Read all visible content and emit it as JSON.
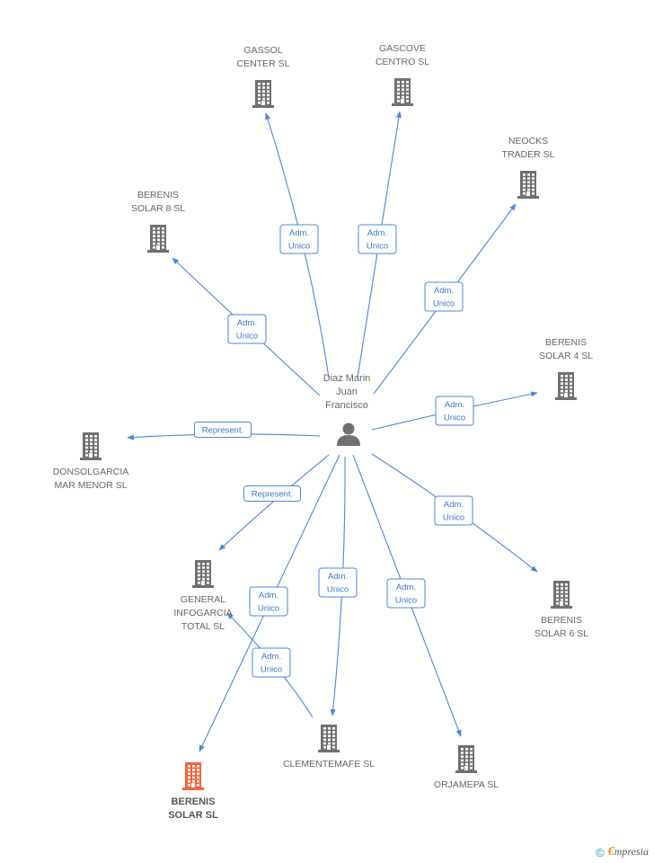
{
  "person": {
    "lines": [
      "Diaz Marin",
      "Juan",
      "Francisco"
    ],
    "icon": "person-icon"
  },
  "companies": [
    {
      "id": "gassol",
      "lines": [
        "GASSOL",
        "CENTER SL"
      ],
      "icon": "building-icon",
      "color": "#707070"
    },
    {
      "id": "gascove",
      "lines": [
        "GASCOVE",
        "CENTRO SL"
      ],
      "icon": "building-icon",
      "color": "#707070"
    },
    {
      "id": "neocks",
      "lines": [
        "NEOCKS",
        "TRADER SL"
      ],
      "icon": "building-icon",
      "color": "#707070"
    },
    {
      "id": "berenis8",
      "lines": [
        "BERENIS",
        "SOLAR 8 SL"
      ],
      "icon": "building-icon",
      "color": "#707070"
    },
    {
      "id": "berenis4",
      "lines": [
        "BERENIS",
        "SOLAR 4 SL"
      ],
      "icon": "building-icon",
      "color": "#707070"
    },
    {
      "id": "donsol",
      "lines": [
        "DONSOLGARCIA",
        "MAR MENOR SL"
      ],
      "icon": "building-icon",
      "color": "#707070"
    },
    {
      "id": "general",
      "lines": [
        "GENERAL",
        "INFOGARCIA",
        "TOTAL SL"
      ],
      "icon": "building-icon",
      "color": "#707070"
    },
    {
      "id": "berenis6",
      "lines": [
        "BERENIS",
        "SOLAR 6 SL"
      ],
      "icon": "building-icon",
      "color": "#707070"
    },
    {
      "id": "clemente",
      "lines": [
        "CLEMENTEMAFE SL"
      ],
      "icon": "building-icon",
      "color": "#707070"
    },
    {
      "id": "orjamepa",
      "lines": [
        "ORJAMEPA SL"
      ],
      "icon": "building-icon",
      "color": "#707070"
    },
    {
      "id": "berenis",
      "lines": [
        "BERENIS",
        "SOLAR SL"
      ],
      "icon": "building-icon",
      "color": "#f0643c",
      "focus": true
    }
  ],
  "relations": [
    {
      "to": "gassol",
      "label": [
        "Adm.",
        "Unico"
      ]
    },
    {
      "to": "gascove",
      "label": [
        "Adm.",
        "Unico"
      ]
    },
    {
      "to": "neocks",
      "label": [
        "Adm.",
        "Unico"
      ]
    },
    {
      "to": "berenis8",
      "label": [
        "Adm.",
        "Unico"
      ]
    },
    {
      "to": "berenis4",
      "label": [
        "Adm.",
        "Unico"
      ]
    },
    {
      "to": "donsol",
      "label": [
        "Represent."
      ]
    },
    {
      "to": "general",
      "label": [
        "Represent."
      ]
    },
    {
      "to": "berenis6",
      "label": [
        "Adm.",
        "Unico"
      ]
    },
    {
      "to": "clemente",
      "label": [
        "Adm.",
        "Unico"
      ]
    },
    {
      "to": "orjamepa",
      "label": [
        "Adm.",
        "Unico"
      ]
    },
    {
      "to": "berenis",
      "label": [
        "Adm.",
        "Unico"
      ]
    },
    {
      "from": "clemente",
      "to": "general",
      "label": [
        "Adm.",
        "Unico"
      ]
    }
  ],
  "colors": {
    "edge": "#4a88d8",
    "label_border": "#4a88d8",
    "label_text": "#3a78c8"
  },
  "footer": {
    "copyright": "©",
    "brand_initial": "€",
    "brand_rest": "mpresia"
  }
}
